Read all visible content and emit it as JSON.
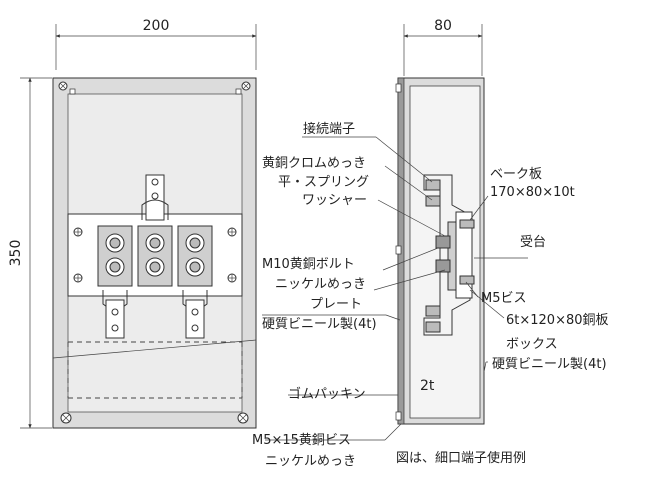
{
  "dimensions": {
    "width": "200",
    "height": "350",
    "depth": "80",
    "gasket_thickness": "2t"
  },
  "labels": {
    "terminal": "接続端子",
    "chrome_plating": "黄銅クロムめっき",
    "washer_line1": "平・スプリング",
    "washer_line2": "ワッシャー",
    "bake_board_line1": "ベーク板",
    "bake_board_line2": "170×80×10t",
    "stand": "受台",
    "bolt_line1": "M10黄銅ボルト",
    "bolt_line2": "ニッケルめっき",
    "m5_screw": "M5ビス",
    "plate_line1": "プレート",
    "plate_line2": "硬質ビニール製(4t)",
    "copper_plate": "6t×120×80銅板",
    "box_line1": "ボックス",
    "box_line2": "硬質ビニール製(4t)",
    "rubber_packing": "ゴムパッキン",
    "m5x15_line1": "M5×15黄銅ビス",
    "m5x15_line2": "ニッケルめっき",
    "caption": "図は、細口端子使用例"
  }
}
